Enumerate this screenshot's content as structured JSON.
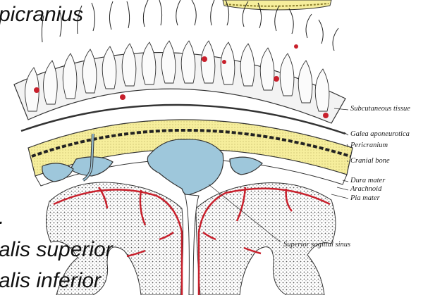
{
  "slide": {
    "title_fragment": "picranius",
    "list_item_1": "alis superior",
    "list_item_2": "alis inferior",
    "bullet_fragment": "."
  },
  "labels": {
    "subcutaneous": "Subcutaneous tissue",
    "galea": "Galea aponeurotica",
    "pericranium": "Pericranium",
    "cranial_bone": "Cranial bone",
    "dura": "Dura mater",
    "arachnoid": "Arachnoid",
    "pia": "Pia mater",
    "sinus": "Superior sagittal sinus"
  },
  "colors": {
    "skin": "#f3f3f3",
    "bone": "#f6ee9c",
    "sinus": "#9ec7db",
    "vessel": "#c8202c",
    "line": "#222222"
  }
}
